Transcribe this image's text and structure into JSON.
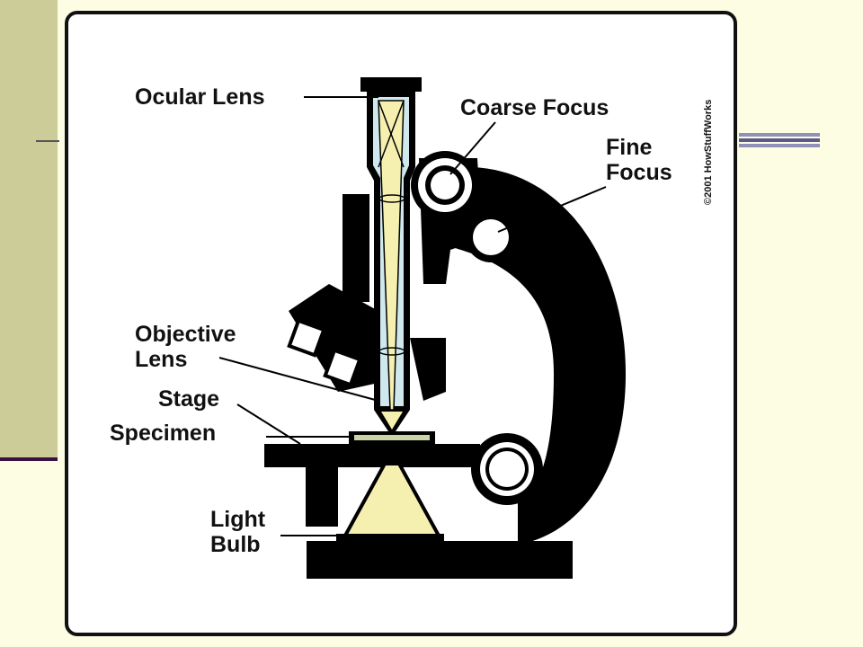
{
  "diagram": {
    "labels": {
      "ocular_lens": "Ocular Lens",
      "coarse_focus": "Coarse Focus",
      "fine_focus_1": "Fine",
      "fine_focus_2": "Focus",
      "objective_lens_1": "Objective",
      "objective_lens_2": "Lens",
      "stage": "Stage",
      "specimen": "Specimen",
      "light_bulb_1": "Light",
      "light_bulb_2": "Bulb"
    },
    "copyright": "©2001 HowStuffWorks",
    "colors": {
      "background": "#fdfde3",
      "left_band": "#cccc99",
      "rule": "#3a1040",
      "tube_fill": "#cfe8ee",
      "light_beam": "#f5f0b0",
      "body": "#000000"
    }
  }
}
